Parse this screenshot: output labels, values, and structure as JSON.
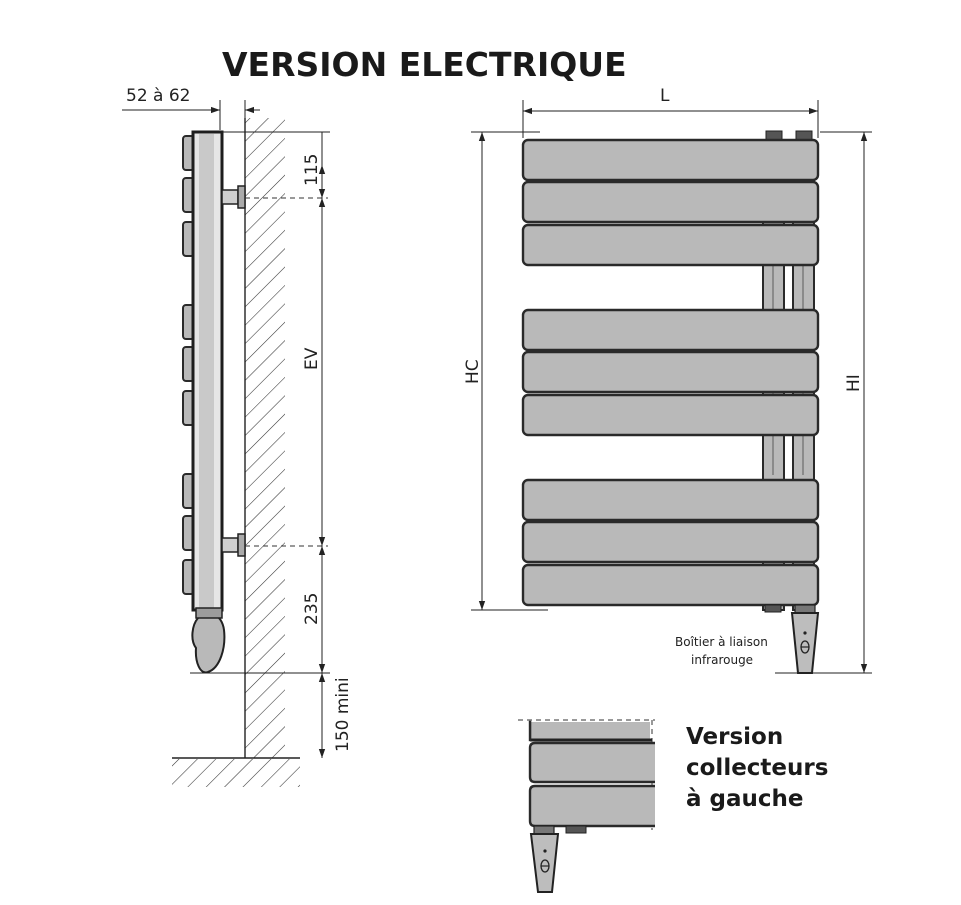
{
  "title": "VERSION ELECTRIQUE",
  "side_view": {
    "depth_label": "52 à 62",
    "top_offset_label": "115",
    "center_distance_label": "EV",
    "bottom_offset_label": "235",
    "floor_clearance_label": "150 mini"
  },
  "front_view": {
    "width_label": "L",
    "center_height_label": "HC",
    "total_height_label": "HI",
    "callout_line1": "Boîtier à liaison",
    "callout_line2": "infrarouge"
  },
  "variant": {
    "line1": "Version",
    "line2": "collecteurs",
    "line3": "à gauche"
  },
  "colors": {
    "bar_fill": "#b9b9b9",
    "outline": "#2a2a2a"
  }
}
